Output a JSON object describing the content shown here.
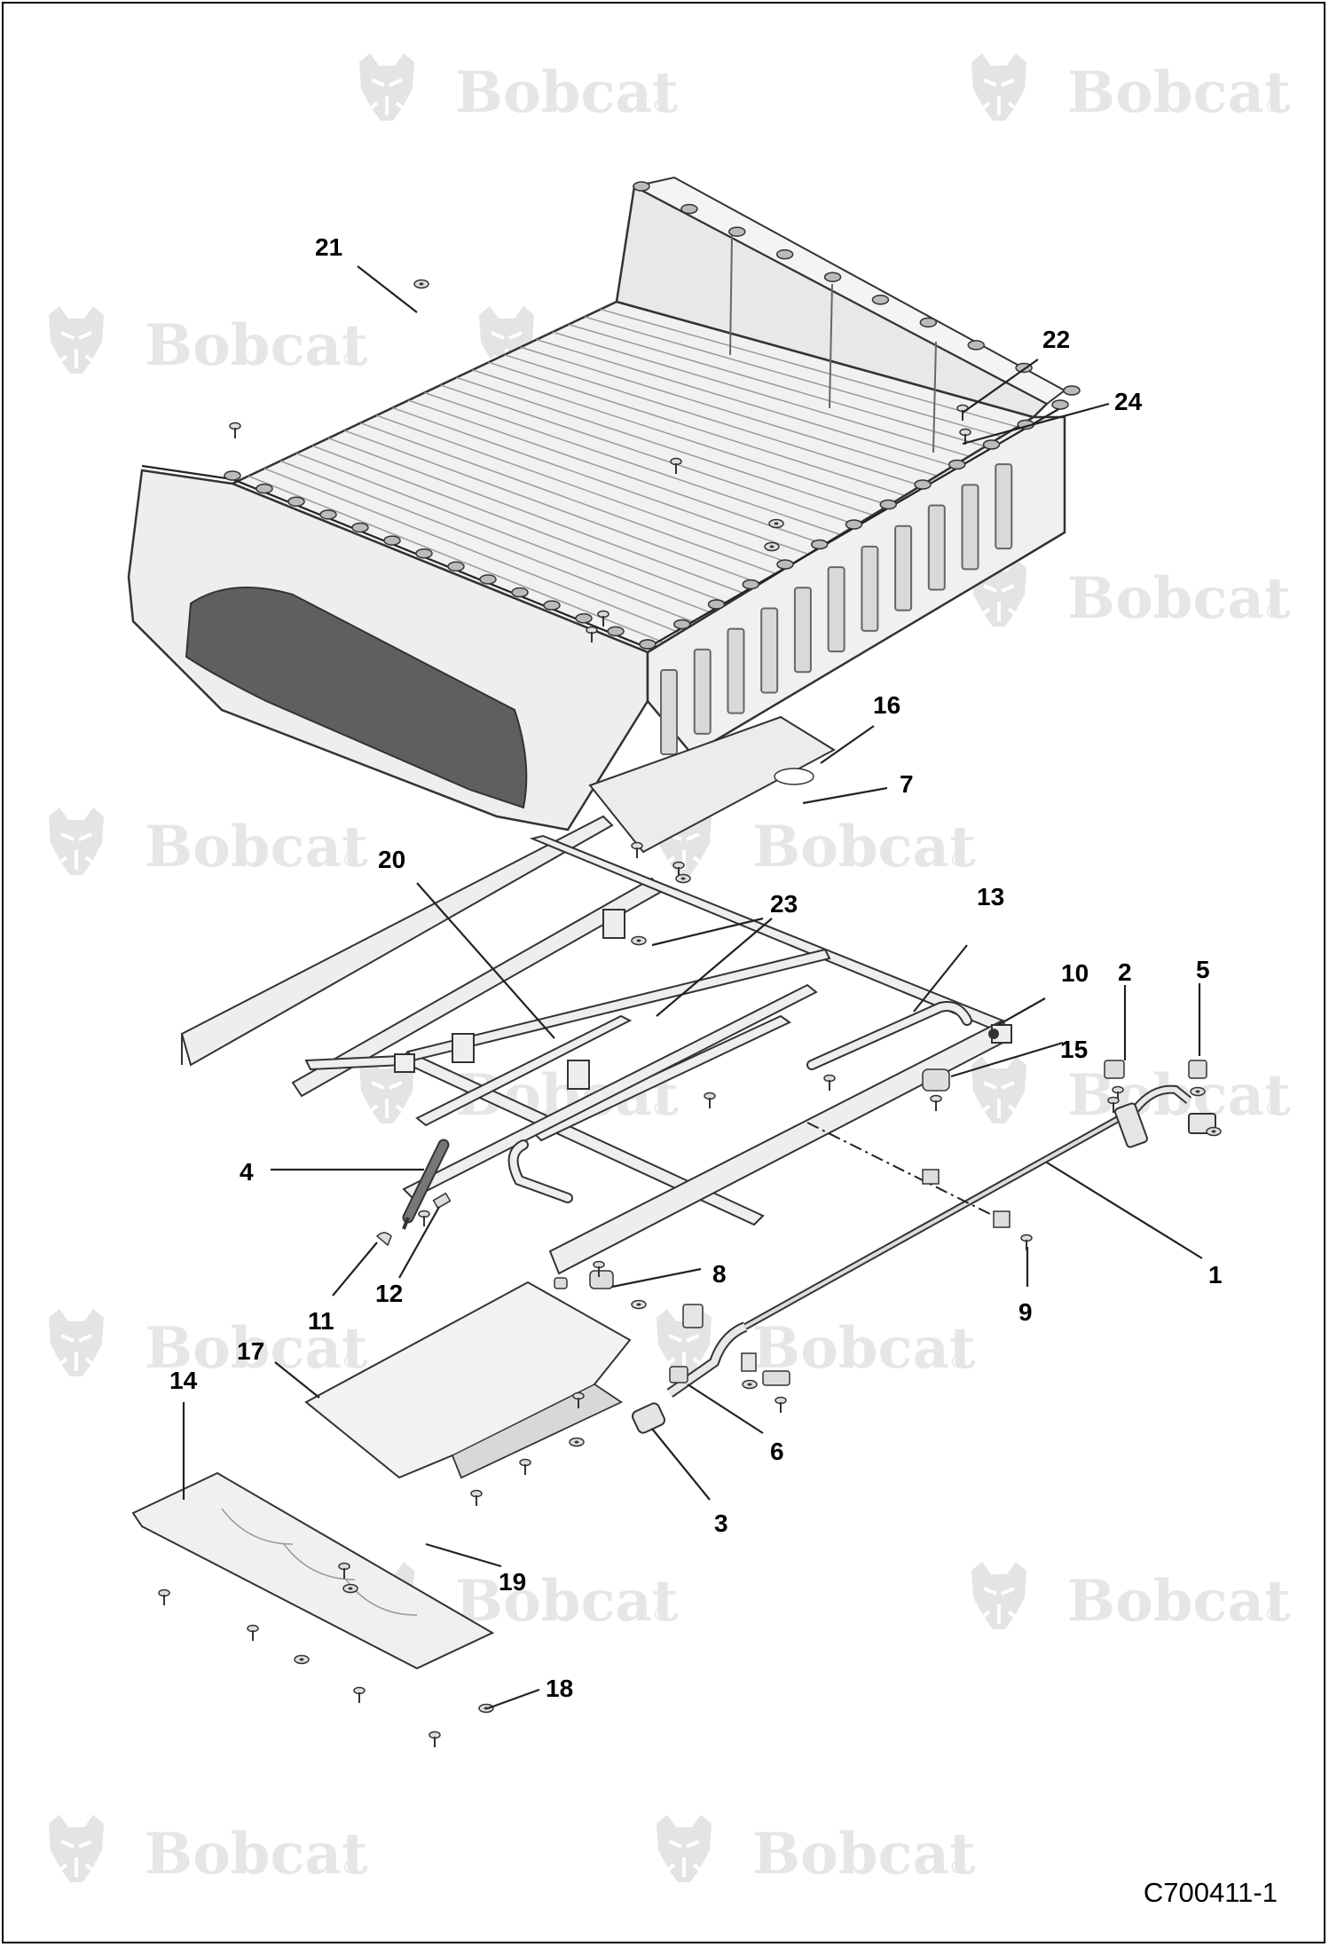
{
  "watermark": {
    "text": "Bobcat",
    "mark": "®",
    "icon": "bobcat-head-logo",
    "color": "#e6e6e6"
  },
  "figure_id": "C700411-1",
  "callouts": [
    {
      "id": "c1",
      "label": "1"
    },
    {
      "id": "c2",
      "label": "2"
    },
    {
      "id": "c3",
      "label": "3"
    },
    {
      "id": "c4",
      "label": "4"
    },
    {
      "id": "c5",
      "label": "5"
    },
    {
      "id": "c6",
      "label": "6"
    },
    {
      "id": "c7",
      "label": "7"
    },
    {
      "id": "c8",
      "label": "8"
    },
    {
      "id": "c9",
      "label": "9"
    },
    {
      "id": "c10",
      "label": "10"
    },
    {
      "id": "c11",
      "label": "11"
    },
    {
      "id": "c12",
      "label": "12"
    },
    {
      "id": "c13",
      "label": "13"
    },
    {
      "id": "c14",
      "label": "14"
    },
    {
      "id": "c15",
      "label": "15"
    },
    {
      "id": "c16",
      "label": "16"
    },
    {
      "id": "c17",
      "label": "17"
    },
    {
      "id": "c18",
      "label": "18"
    },
    {
      "id": "c19",
      "label": "19"
    },
    {
      "id": "c20",
      "label": "20"
    },
    {
      "id": "c21",
      "label": "21"
    },
    {
      "id": "c22",
      "label": "22"
    },
    {
      "id": "c23",
      "label": "23"
    },
    {
      "id": "c24",
      "label": "24"
    }
  ]
}
